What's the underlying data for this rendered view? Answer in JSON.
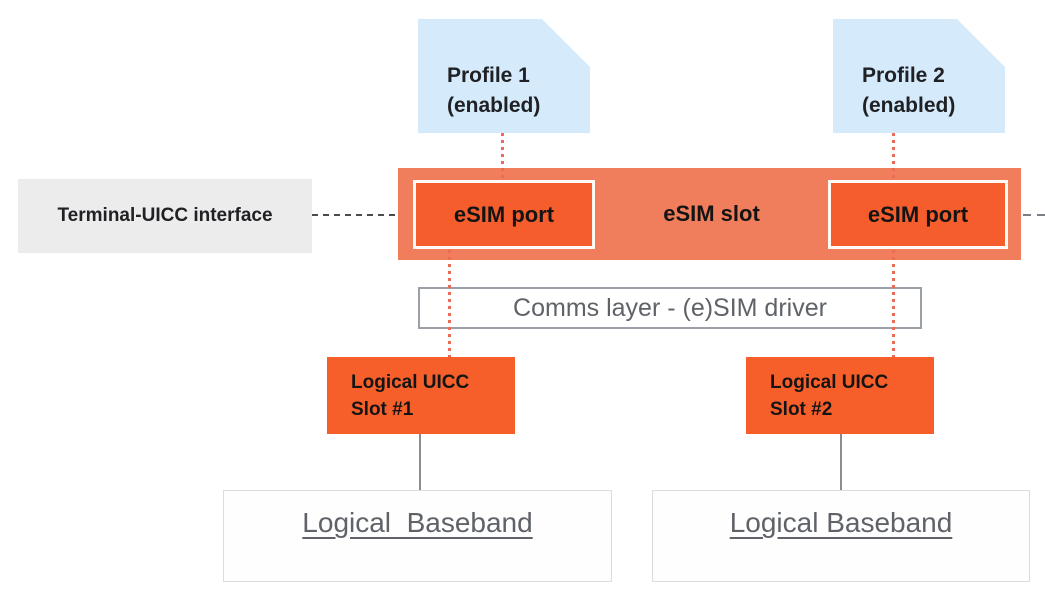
{
  "diagram": {
    "title_semantic": "eSIM multiple-enabled-profiles architecture",
    "nodes": {
      "profile1": {
        "line1": "Profile 1",
        "line2": "(enabled)"
      },
      "profile2": {
        "line1": "Profile 2",
        "line2": "(enabled)"
      },
      "terminal_interface": {
        "label": "Terminal-UICC interface"
      },
      "esim_slot": {
        "label": "eSIM slot"
      },
      "esim_port_left": {
        "label": "eSIM port"
      },
      "esim_port_right": {
        "label": "eSIM port"
      },
      "comms_layer": {
        "label": "Comms layer - (e)SIM driver"
      },
      "uicc_slot1": {
        "line1": "Logical UICC",
        "line2": "Slot #1"
      },
      "uicc_slot2": {
        "line1": "Logical UICC",
        "line2": "Slot #2"
      },
      "baseband_left": {
        "label": "Logical  Baseband"
      },
      "baseband_right": {
        "label": "Logical Baseband"
      }
    },
    "connections": [
      {
        "from": "profile1",
        "to": "esim_port_left",
        "style": "red-dotted"
      },
      {
        "from": "profile2",
        "to": "esim_port_right",
        "style": "red-dotted"
      },
      {
        "from": "esim_port_left",
        "to": "uicc_slot1",
        "style": "red-dotted",
        "through": "comms_layer"
      },
      {
        "from": "esim_port_right",
        "to": "uicc_slot2",
        "style": "red-dotted",
        "through": "comms_layer"
      },
      {
        "from": "terminal_interface",
        "to": "esim_slot",
        "style": "dark-dashed"
      },
      {
        "from": "esim_slot",
        "to": "right-edge",
        "style": "gray-dashed"
      },
      {
        "from": "uicc_slot1",
        "to": "baseband_left",
        "style": "solid-gray"
      },
      {
        "from": "uicc_slot2",
        "to": "baseband_right",
        "style": "solid-gray"
      }
    ],
    "colors": {
      "profile_card_bg": "#D5EBFB",
      "slot_bar_bg": "#F07D5B",
      "port_bg": "#F65D2C",
      "uicc_bg": "#F75F2A",
      "terminal_bg": "#ECECEC",
      "dotted_connector": "#EB6B56",
      "dark_text": "#202124",
      "gray_text": "#5F6368",
      "comms_border": "#9AA0A6",
      "baseband_border": "#DADCE0"
    }
  }
}
